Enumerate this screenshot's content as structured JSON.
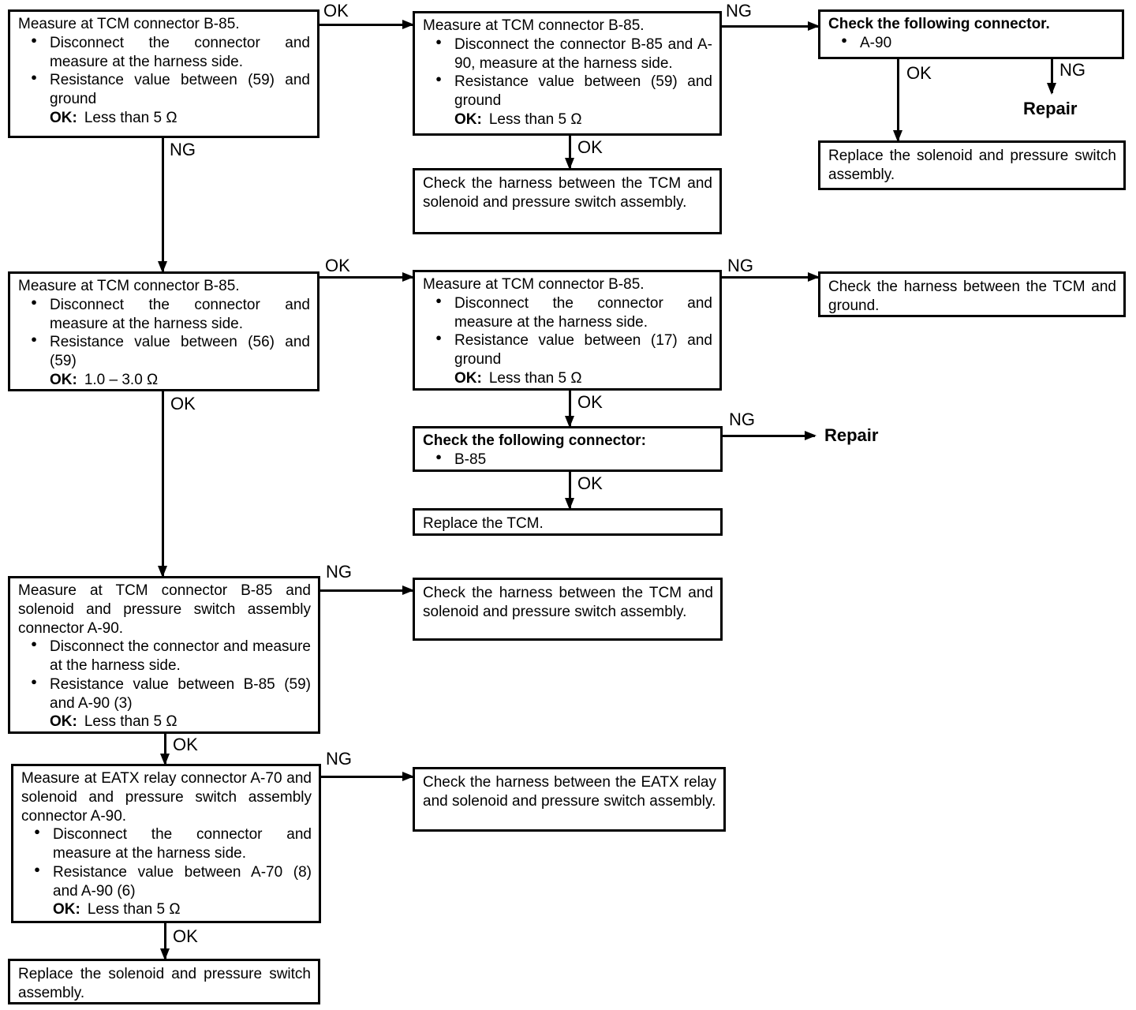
{
  "bullet_glyph": "●",
  "edge_labels": {
    "ok": "OK",
    "ng": "NG"
  },
  "terminals": {
    "repair": "Repair"
  },
  "boxes": {
    "measure_b85_59_ground": {
      "title": "Measure at TCM connector B-85.",
      "bullet1": "Disconnect the connector and measure at the harness side.",
      "bullet2": "Resistance value between (59) and ground",
      "result_label": "OK:",
      "result_value": "Less than 5 Ω"
    },
    "measure_b85_a90_59_ground": {
      "title": "Measure at TCM connector B-85.",
      "bullet1": "Disconnect the connector B-85 and A-90, measure at the harness side.",
      "bullet2": "Resistance value between (59) and ground",
      "result_label": "OK:",
      "result_value": "Less than 5 Ω"
    },
    "check_connector_a90": {
      "title": "Check the following connector.",
      "bullet1": "A-90"
    },
    "replace_solenoid_top": {
      "text": "Replace the solenoid and pressure switch assembly."
    },
    "check_harness_tcm_solenoid_1": {
      "text": "Check the harness between the TCM and solenoid and pressure switch assembly."
    },
    "measure_b85_56_59": {
      "title": "Measure at TCM connector B-85.",
      "bullet1": "Disconnect the connector and measure at the harness side.",
      "bullet2": "Resistance value between (56) and (59)",
      "result_label": "OK:",
      "result_value": "1.0 – 3.0 Ω"
    },
    "measure_b85_17_ground": {
      "title": "Measure at TCM connector B-85.",
      "bullet1": "Disconnect the connector and measure at the harness side.",
      "bullet2": "Resistance value between (17) and ground",
      "result_label": "OK:",
      "result_value": "Less than 5 Ω"
    },
    "check_harness_tcm_ground": {
      "text": "Check the harness between the TCM and ground."
    },
    "check_connector_b85": {
      "title": "Check the following connector:",
      "bullet1": "B-85"
    },
    "replace_tcm": {
      "text": "Replace the TCM."
    },
    "measure_b85_a90_pins": {
      "title": "Measure at TCM connector B-85 and solenoid and pressure switch assembly connector A-90.",
      "bullet1": "Disconnect the connector and measure at the harness side.",
      "bullet2": "Resistance value between B-85 (59) and A-90 (3)",
      "result_label": "OK:",
      "result_value": "Less than 5 Ω"
    },
    "check_harness_tcm_solenoid_2": {
      "text": "Check the harness between the TCM and solenoid and pressure switch assembly."
    },
    "measure_a70_a90": {
      "title": "Measure at EATX relay connector A-70 and solenoid and pressure switch assembly connector A-90.",
      "bullet1": "Disconnect the connector and measure at the harness side.",
      "bullet2": "Resistance value between A-70 (8) and A-90 (6)",
      "result_label": "OK:",
      "result_value": "Less than 5 Ω"
    },
    "check_harness_eatx_solenoid": {
      "text": "Check the harness between the EATX relay and solenoid and pressure switch assembly."
    },
    "replace_solenoid_bottom": {
      "text": "Replace the solenoid and pressure switch assembly."
    }
  }
}
